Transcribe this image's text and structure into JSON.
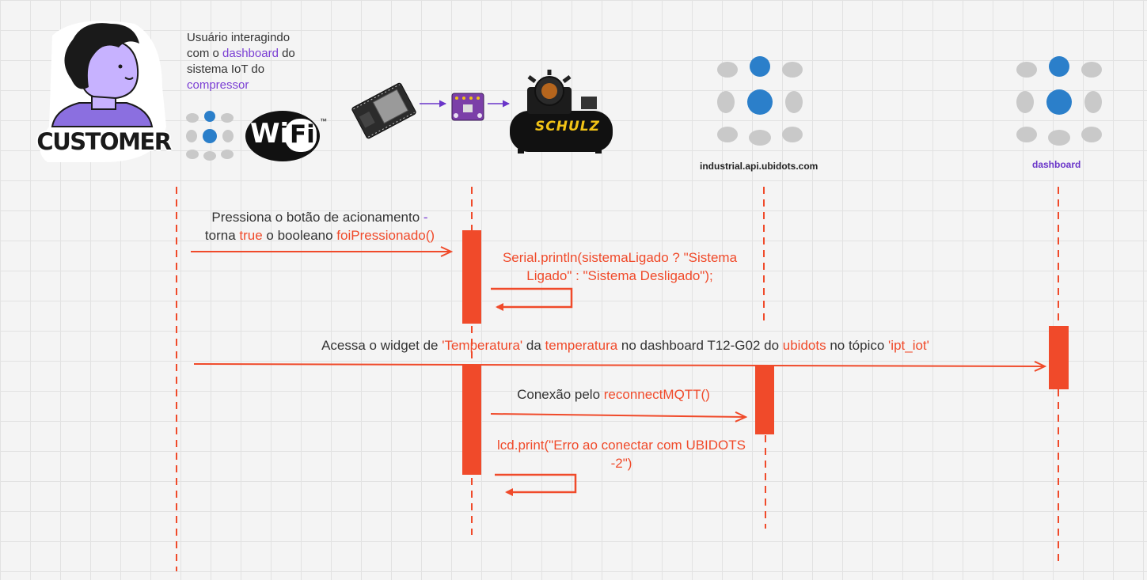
{
  "actors": {
    "customer": {
      "name": "CUSTOMER",
      "icon": "customer-avatar-icon"
    },
    "customer_caption": {
      "line1": "Usuário interagindo",
      "line2_a": "com o ",
      "line2_b": "dashboard",
      "line2_c": " do",
      "line3": "sistema IoT do",
      "line4": "compressor"
    },
    "wifi_logo": {
      "left": "Wi",
      "right": "Fi",
      "tm": "™"
    },
    "compressor_brand": "SCHULZ",
    "ubidots_server": {
      "label": "industrial.api.ubidots.com",
      "icon": "ubidots-logo-icon"
    },
    "dashboard": {
      "label": "dashboard",
      "icon": "ubidots-logo-icon"
    }
  },
  "messages": {
    "m1": {
      "line1_a": "Pressiona o botão de acionamento ",
      "line1_b": "-",
      "line2_a": "torna ",
      "line2_b": "true",
      "line2_c": " o booleano ",
      "line2_d": "foiPressionado()"
    },
    "m2": {
      "line1": "Serial.println(sistemaLigado ? \"Sistema",
      "line2": "Ligado\" : \"Sistema Desligado\");"
    },
    "m3": {
      "p1": "Acessa o widget de ",
      "p2": "'Temperatura'",
      "p3": " da ",
      "p4": "temperatura",
      "p5": " no dashboard T12-G02 do ",
      "p6": "ubidots",
      "p7": " no tópico ",
      "p8": "'ipt_iot'"
    },
    "m4": {
      "a": "Conexão pelo ",
      "b": "reconnectMQTT()"
    },
    "m5": {
      "line1": "lcd.print(\"Erro ao conectar com UBIDOTS",
      "line2": "-2\")"
    }
  },
  "colors": {
    "accent": "#f04a2a",
    "link_purple": "#7b3fd4",
    "ubidots_blue": "#2b7fca",
    "ubidots_gray": "#c9c9c9",
    "avatar_purple": "#c7b2ff"
  }
}
